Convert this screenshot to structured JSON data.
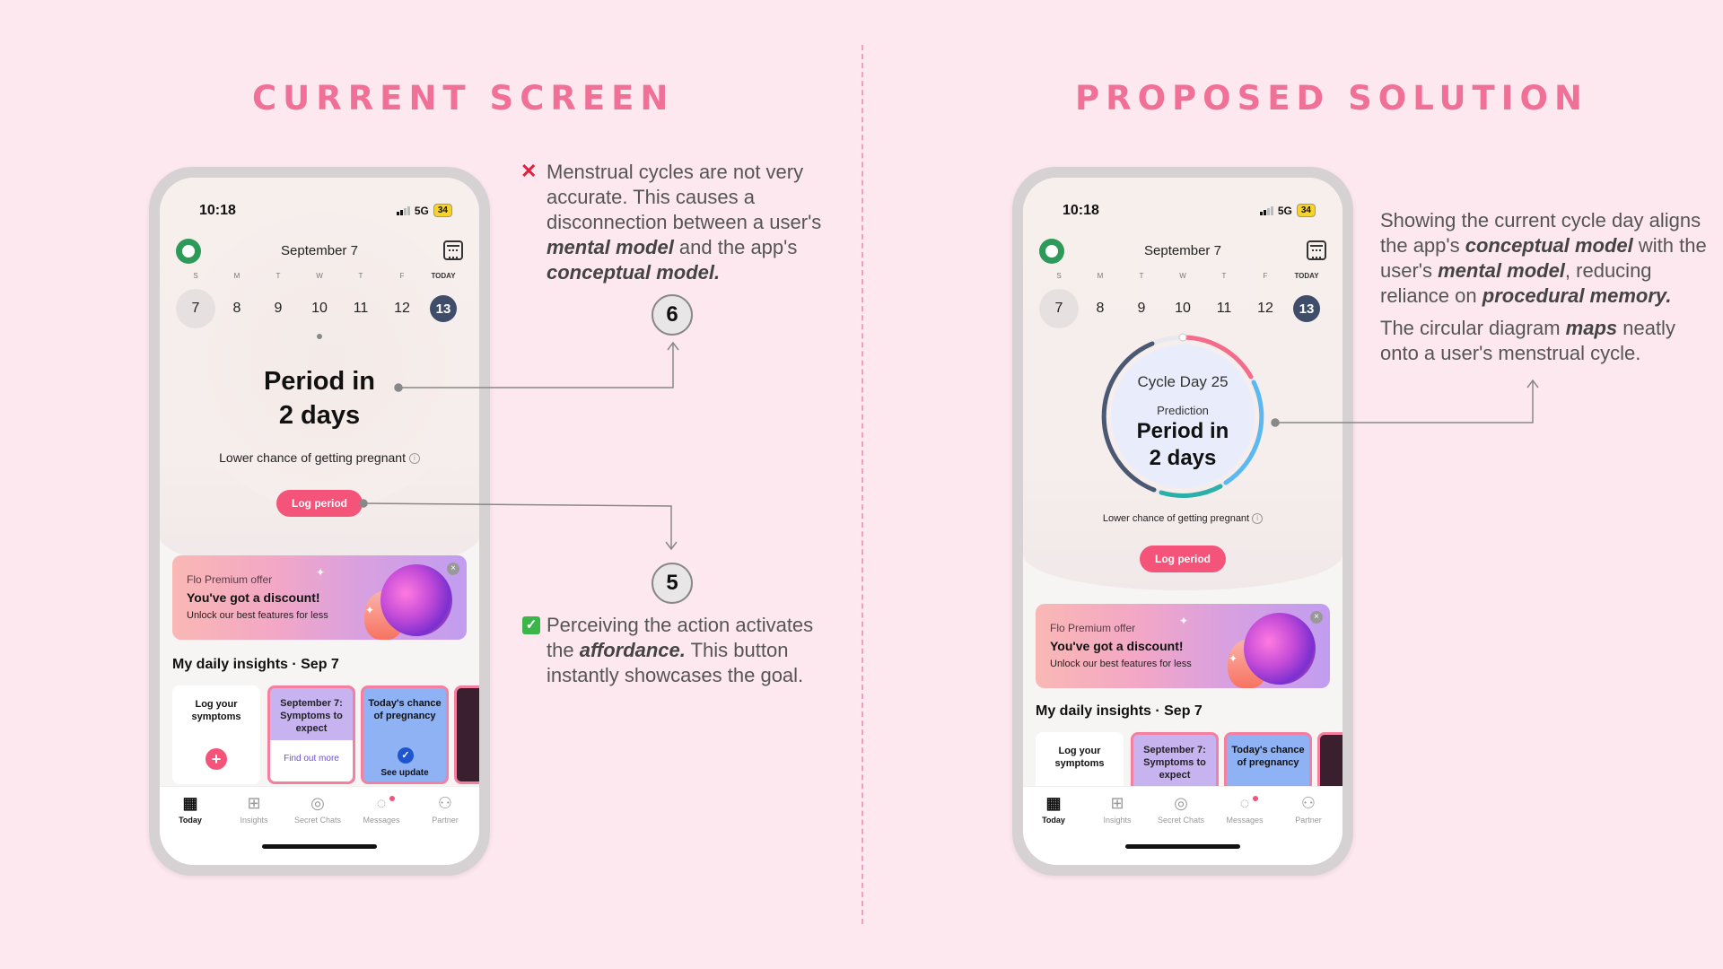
{
  "titles": {
    "left": "CURRENT SCREEN",
    "right": "PROPOSED SOLUTION"
  },
  "phone": {
    "time": "10:18",
    "network": "5G",
    "battery": "34",
    "date": "September 7",
    "weekdays": [
      "S",
      "M",
      "T",
      "W",
      "T",
      "F",
      "TODAY"
    ],
    "days": [
      "7",
      "8",
      "9",
      "10",
      "11",
      "12",
      "13"
    ],
    "hero_line1": "Period in",
    "hero_line2": "2 days",
    "chance": "Lower chance of getting pregnant",
    "log_period": "Log period",
    "promo": {
      "label": "Flo Premium offer",
      "headline": "You've got a discount!",
      "sub": "Unlock our best features for less"
    },
    "insights_title": "My daily insights · Sep 7",
    "cards": {
      "log_symptoms": "Log your symptoms",
      "symptoms_expect": "September 7: Symptoms to expect",
      "find_out": "Find out more",
      "chance_pregnancy": "Today's chance of pregnancy",
      "see_update": "See update"
    },
    "tabs": [
      "Today",
      "Insights",
      "Secret Chats",
      "Messages",
      "Partner"
    ],
    "ring": {
      "cycle_day": "Cycle Day 25",
      "prediction": "Prediction",
      "title1": "Period in",
      "title2": "2 days"
    }
  },
  "annotations": {
    "note6_line1": "Menstrual cycles are not very",
    "note6_line2": "accurate. This causes a",
    "note6_line3": "disconnection between a user's",
    "note6_mental": "mental model",
    "note6_and": " and the app's",
    "note6_conceptual": "conceptual model.",
    "badge6": "6",
    "badge5": "5",
    "note5_line1": "Perceiving the action activates",
    "note5_the": "the ",
    "note5_affordance": "affordance.",
    "note5_rest": " This button",
    "note5_line3": "instantly showcases the goal.",
    "right_p1_a": "Showing the current cycle day aligns",
    "right_p1_b": "the app's ",
    "right_p1_conceptual": "conceptual model",
    "right_p1_c": " with the",
    "right_p1_d": "user's ",
    "right_p1_mental": "mental model",
    "right_p1_e": ", reducing",
    "right_p1_f": "reliance on ",
    "right_p1_procedural": "procedural memory.",
    "right_p2_a": "The circular diagram ",
    "right_p2_maps": "maps",
    "right_p2_b": " neatly",
    "right_p2_c": "onto a user's menstrual cycle."
  },
  "colors": {
    "background": "#fde8ef",
    "title": "#f07098",
    "accent": "#f4547a",
    "today_circle": "#3f4d6a"
  },
  "icons": {
    "x_marker": "x-mark-icon",
    "check_marker": "check-mark-icon",
    "tabs": [
      "calendar-icon",
      "grid-icon",
      "mask-icon",
      "chat-icon",
      "partner-icon"
    ]
  }
}
